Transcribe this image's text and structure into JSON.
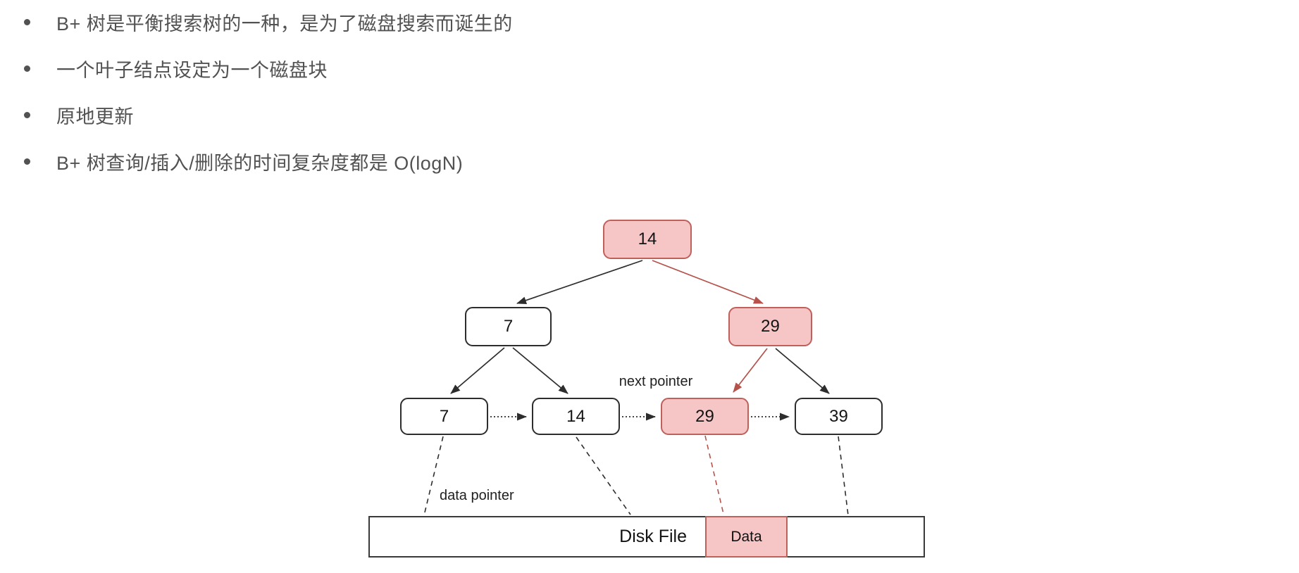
{
  "bullets": {
    "items": [
      "B+ 树是平衡搜索树的一种，是为了磁盘搜索而诞生的",
      "一个叶子结点设定为一个磁盘块",
      "原地更新",
      "B+ 树查询/插入/删除的时间复杂度都是 O(logN)"
    ]
  },
  "tree": {
    "root": "14",
    "internal_left": "7",
    "internal_right": "29",
    "leaves": [
      "7",
      "14",
      "29",
      "39"
    ],
    "highlighted_path": [
      "14",
      "29",
      "29"
    ]
  },
  "labels": {
    "next_pointer": "next pointer",
    "data_pointer": "data pointer"
  },
  "disk": {
    "file_label": "Disk File",
    "data_label": "Data"
  },
  "colors": {
    "node_pink": "#f6c6c6",
    "node_pink_border": "#c0605a",
    "edge_black": "#2d2d2d",
    "edge_red": "#b5524c",
    "text_gray": "#525252"
  }
}
